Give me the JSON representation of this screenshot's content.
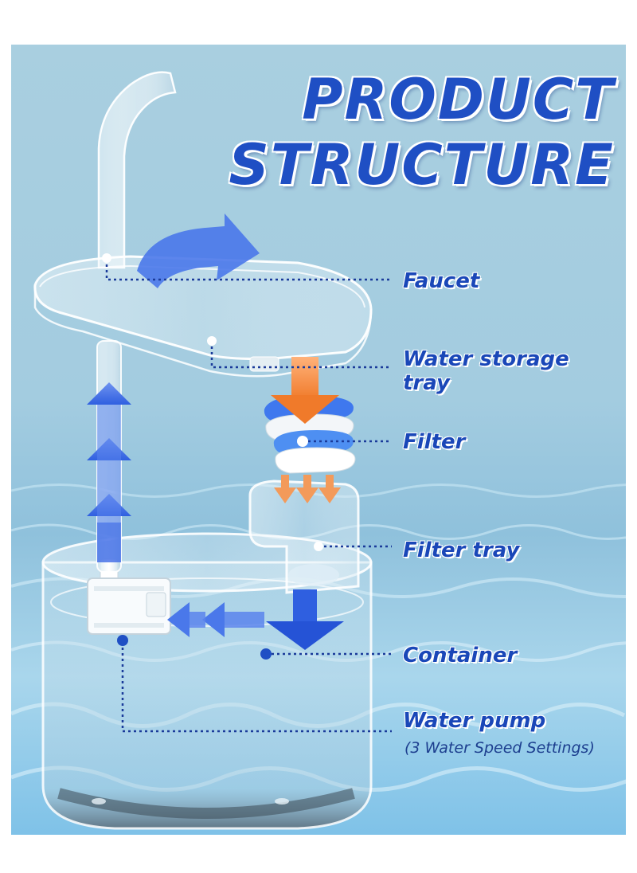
{
  "title": {
    "line1": "PRODUCT",
    "line2": "STRUCTURE"
  },
  "labels": {
    "faucet": "Faucet",
    "water_storage_tray_line1": "Water storage",
    "water_storage_tray_line2": "tray",
    "filter": "Filter",
    "filter_tray": "Filter tray",
    "container": "Container",
    "water_pump": "Water pump",
    "water_pump_note": "(3 Water Speed Settings)"
  },
  "colors": {
    "title_blue": "#1f4fc4",
    "label_blue": "#1a47b8",
    "flow_blue": "#2f5fe0",
    "flow_orange": "#f07a2a",
    "leader_dots": "#1a3a9a"
  }
}
